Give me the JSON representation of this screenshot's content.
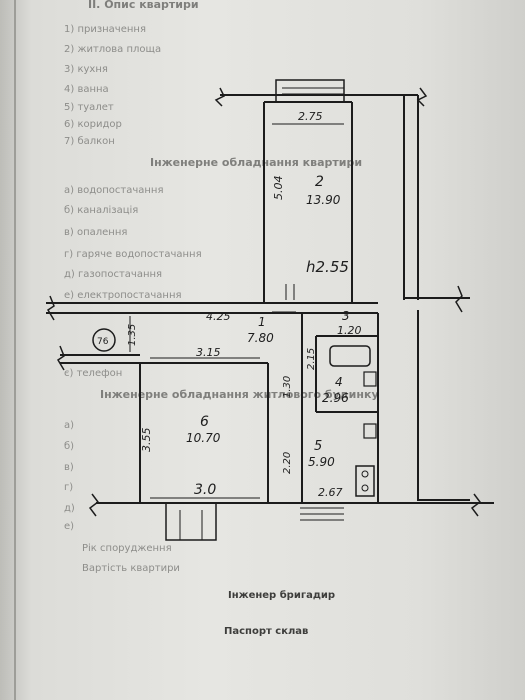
{
  "header": {
    "title": "ІІ. Опис квартири",
    "rows": [
      "1) призначення",
      "2) житлова площа",
      "3) кухня",
      "4) ванна",
      "5) туалет",
      "6) коридор",
      "7) балкон"
    ]
  },
  "section_apartment": {
    "title": "Інженерне обладнання квартири",
    "rows": [
      "а) водопостачання",
      "б) каналізація",
      "в) опалення",
      "г) гаряче водопостачання",
      "д) газопостачання",
      "е) електропостачання",
      "є) телефон"
    ]
  },
  "section_building": {
    "title": "Інженерне обладнання житлового будинку",
    "rows": [
      "а)",
      "б)",
      "в)",
      "г)",
      "д)",
      "е)"
    ]
  },
  "plan": {
    "height_mark": "h2.55",
    "stamp": "76",
    "rooms": [
      {
        "no": "1",
        "area": "7.80"
      },
      {
        "no": "2",
        "area": "13.90"
      },
      {
        "no": "3",
        "area": "1.20"
      },
      {
        "no": "4",
        "area": "2.96"
      },
      {
        "no": "5",
        "area": "5.90"
      },
      {
        "no": "6",
        "area": "10.70"
      }
    ],
    "dimensions": [
      "2.75",
      "5.04",
      "4.25",
      "1.35",
      "3.15",
      "3.55",
      "3.0",
      "2.15",
      "1.30",
      "2.20",
      "2.67"
    ]
  },
  "footer": {
    "year": "Рік спорудження",
    "cost": "Вартість квартири",
    "engineer": "Інженер бригадир",
    "passport": "Паспорт склав"
  }
}
